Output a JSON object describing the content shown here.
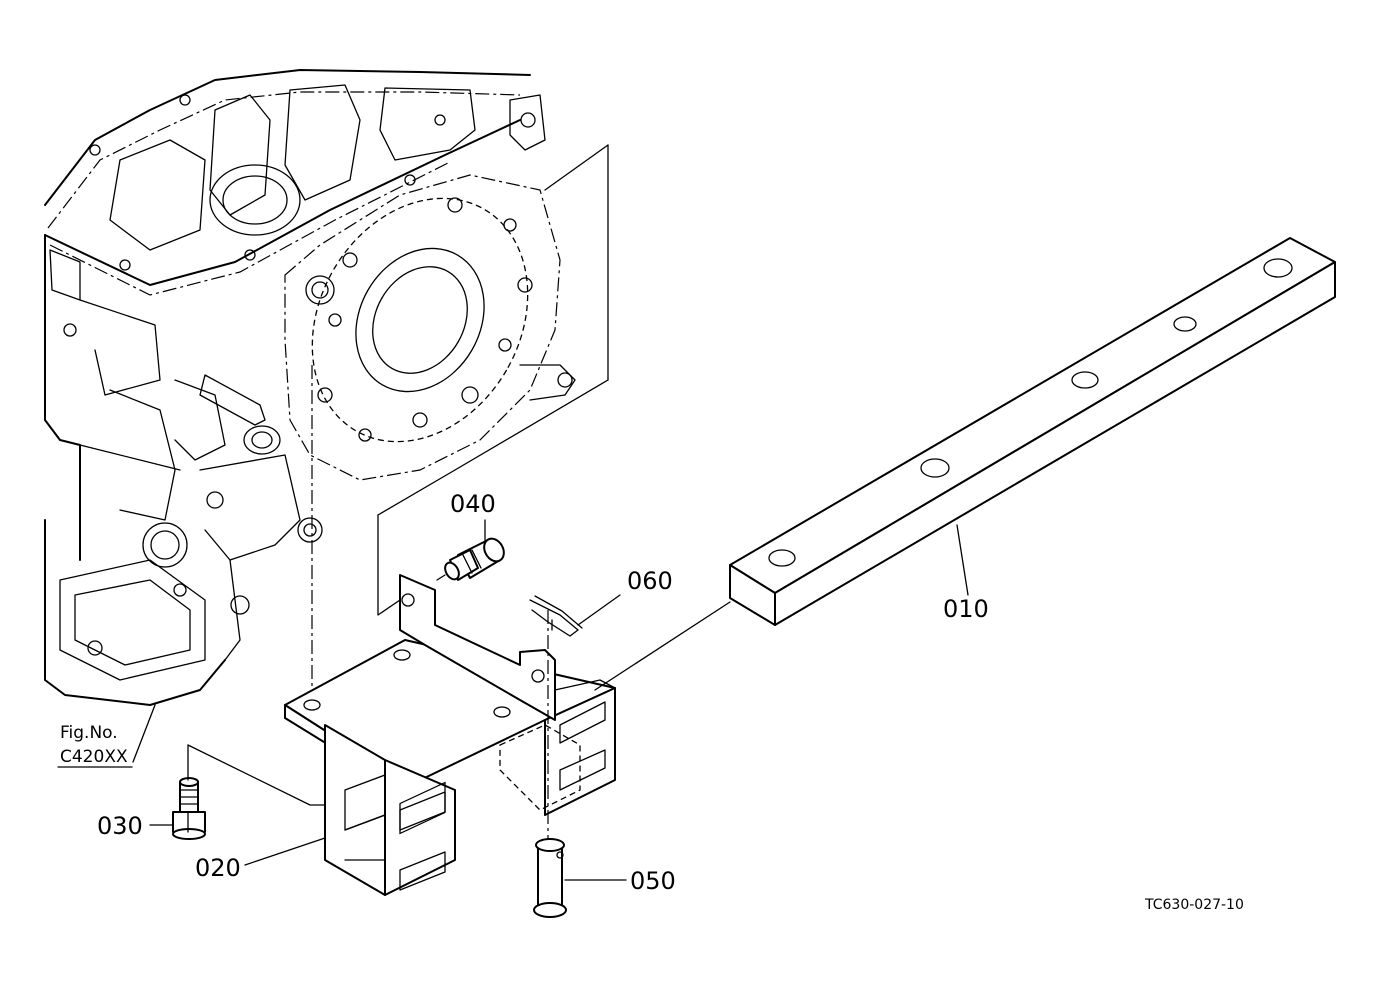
{
  "callouts": {
    "part_010": "010",
    "part_020": "020",
    "part_030": "030",
    "part_040": "040",
    "part_050": "050",
    "part_060": "060"
  },
  "figure_ref": {
    "line1": "Fig.No.",
    "line2": "C420XX"
  },
  "drawing_code": "TC630-027-10"
}
